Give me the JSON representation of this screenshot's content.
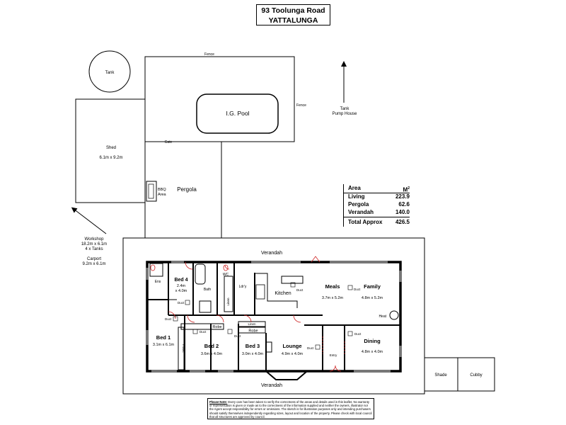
{
  "title": {
    "line1": "93 Toolunga Road",
    "line2": "YATTALUNGA"
  },
  "labels": {
    "tank": "Tank",
    "fence_top": "Fence",
    "fence_right": "Fence",
    "pool": "I.G. Pool",
    "tank_pump": "Tank",
    "pump_house": "Pump House",
    "shed": "Shed",
    "shed_size": "6.1m x 9.2m",
    "gate": "Gate",
    "bbq1": "BBQ",
    "bbq2": "Area",
    "pergola": "Pergola",
    "workshop": "Workshop",
    "workshop_size": "18.2m x 6.1m",
    "workshop_tanks": "4 x Tanks",
    "carport": "Carport",
    "carport_size": "9.2m x 6.1m",
    "verandah_top": "Verandah",
    "verandah_bottom": "Verandah",
    "bed4": "Bed 4",
    "bed4_size1": "2.4m",
    "bed4_size2": "x 4.0m",
    "ens": "Ens",
    "bath": "Bath",
    "wc": "WC",
    "lndy": "Ldr'y",
    "linen_v": "Linen",
    "kitchen": "Kitchen",
    "meals": "Meals",
    "meals_size": "3.7m x 5.2m",
    "family": "Family",
    "family_size": "4.8m x 5.2m",
    "heat": "Heat",
    "duct": "Duct",
    "bed1": "Bed 1",
    "bed1_size": "3.1m x 6.1m",
    "robe_v": "Robe",
    "bed2": "Bed 2",
    "bed2_size": "3.6m x 4.0m",
    "robe": "Robe",
    "bed3": "Bed 3",
    "bed3_size": "3.0m x 4.0m",
    "linen": "Linen",
    "robe2": "Robe",
    "lounge": "Lounge",
    "lounge_size": "4.9m x 4.0m",
    "entry": "Entry",
    "dining": "Dining",
    "dining_size": "4.8m x 4.0m",
    "shade": "Shade",
    "cubby": "Cubby"
  },
  "area_table": {
    "header_label": "Area",
    "header_unit": "M",
    "header_sup": "2",
    "rows": [
      {
        "label": "Living",
        "value": "223.9"
      },
      {
        "label": "Pergola",
        "value": "62.6"
      },
      {
        "label": "Verandah",
        "value": "140.0"
      }
    ],
    "total_label": "Total Approx",
    "total_value": "426.5"
  },
  "disclaimer": {
    "bold": "Please Note:",
    "text": "Every care has been taken to verify the correctness of the areas and details used in this leaflet. No warranty or representation is given or made as to the correctness of the information supplied and neither the owners, illustrator nor the Agent accept responsibility for errors or omissions. The sketch is for illustration purposes only and intending purchasers should satisfy themselves independently regarding sizes, layout and location of the property. Please check with local council that all structures are approved by council."
  }
}
